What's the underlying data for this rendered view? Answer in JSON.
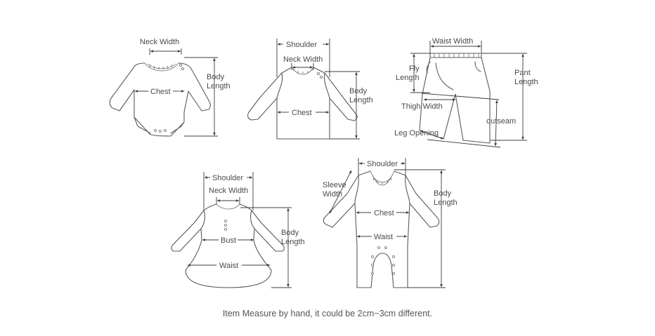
{
  "labels": {
    "bodysuit": {
      "neck_width": "Neck Width",
      "chest": "Chest",
      "body_length_1": "Body",
      "body_length_2": "Length"
    },
    "shirt": {
      "shoulder": "Shoulder",
      "neck_width": "Neck Width",
      "chest": "Chest",
      "body_length_1": "Body",
      "body_length_2": "Length"
    },
    "pants": {
      "waist_width": "Waist Width",
      "fly_length_1": "Fly",
      "fly_length_2": "Length",
      "thigh_width": "Thigh Width",
      "leg_opening": "Leg Opening",
      "outseam": "outseam",
      "pant_length_1": "Pant",
      "pant_length_2": "Length"
    },
    "dress": {
      "shoulder": "Shoulder",
      "neck_width": "Neck Width",
      "bust": "Bust",
      "waist": "Waist",
      "body_length_1": "Body",
      "body_length_2": "Length"
    },
    "romper": {
      "shoulder": "Shoulder",
      "sleeve_width_1": "Sleeve",
      "sleeve_width_2": "Width",
      "chest": "Chest",
      "waist": "Waist",
      "body_length_1": "Body",
      "body_length_2": "Length"
    }
  },
  "footer": {
    "note": "Item Measure by hand, it could be 2cm~3cm different."
  }
}
